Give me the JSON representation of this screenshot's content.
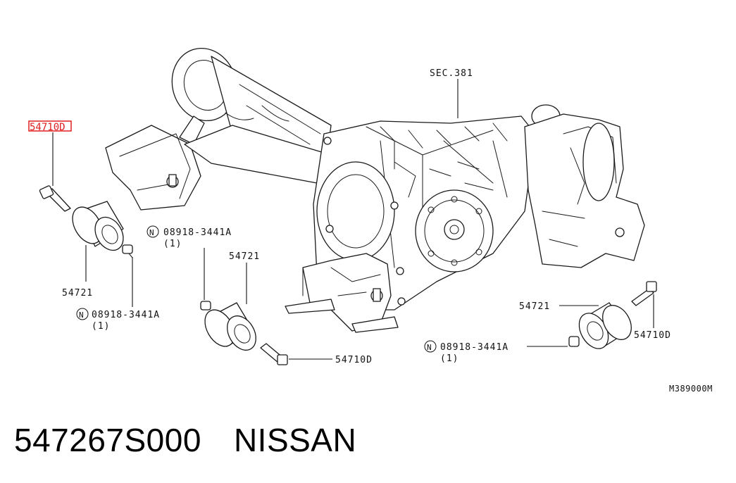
{
  "diagram": {
    "section_ref": "SEC.381",
    "figure_code": "M389000M",
    "callouts": {
      "highlighted_part": "54710D",
      "insulator_left": "54721",
      "insulator_center": "54721",
      "insulator_right": "54721",
      "bolt_center": "54710D",
      "bolt_right": "54710D",
      "nut_left": "08918-3441A",
      "nut_left_qty": "(1)",
      "nut_center": "08918-3441A",
      "nut_center_qty": "(1)",
      "nut_right": "08918-3441A",
      "nut_right_qty": "(1)",
      "nut_symbol": "N"
    },
    "highlight_color": "#e02020"
  },
  "caption": {
    "part_number": "547267S000",
    "brand": "NISSAN"
  }
}
